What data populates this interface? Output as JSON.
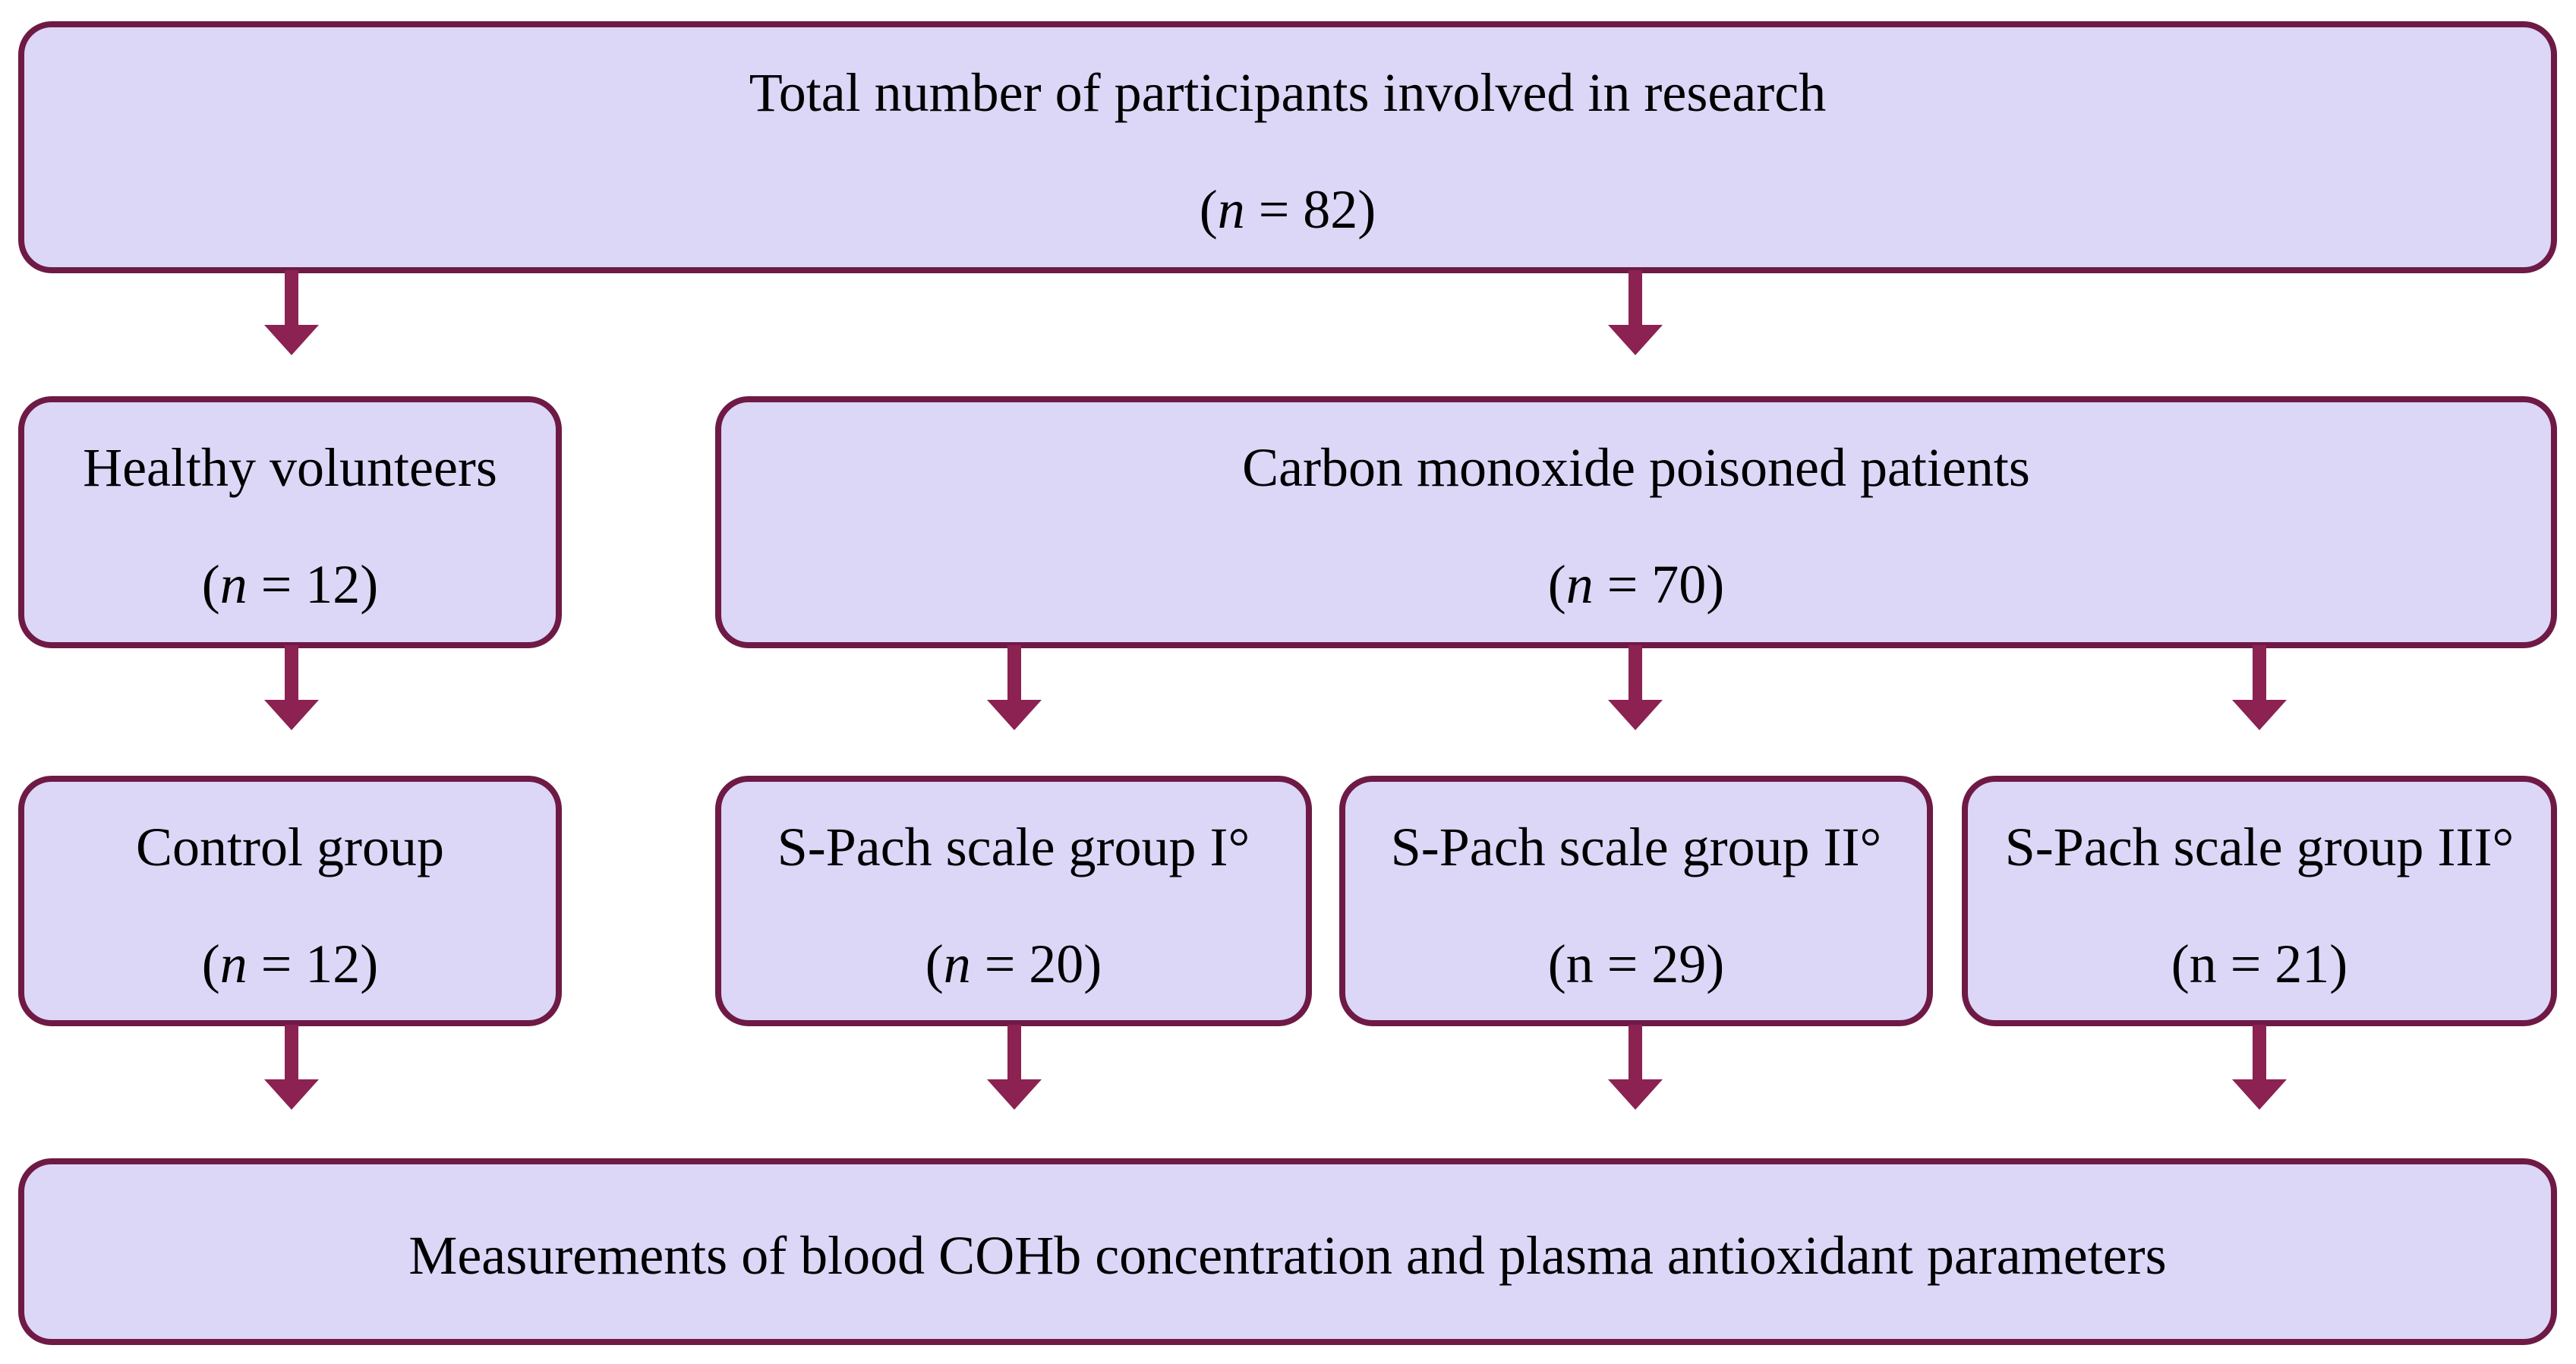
{
  "colors": {
    "box_fill": "#dcd6f7",
    "box_border": "#6e1a45",
    "arrow": "#8b2252"
  },
  "flowchart": {
    "total": {
      "title": "Total number of participants involved in research",
      "n_var": "n",
      "n_rest": " = 82"
    },
    "healthy": {
      "title": "Healthy volunteers",
      "n_var": "n",
      "n_rest": " = 12"
    },
    "co_poisoned": {
      "title": "Carbon monoxide poisoned patients",
      "n_var": "n",
      "n_rest": " = 70"
    },
    "control": {
      "title": "Control group",
      "n_var": "n",
      "n_rest": " = 12"
    },
    "spach_1": {
      "title": "S-Pach scale group I°",
      "n_var": "n",
      "n_rest": " = 20"
    },
    "spach_2": {
      "title": "S-Pach scale group II°",
      "n_text": "n = 29"
    },
    "spach_3": {
      "title": "S-Pach scale group III°",
      "n_text": "n = 21"
    },
    "measurements": {
      "title": "Measurements of blood COHb concentration and plasma antioxidant parameters"
    }
  }
}
